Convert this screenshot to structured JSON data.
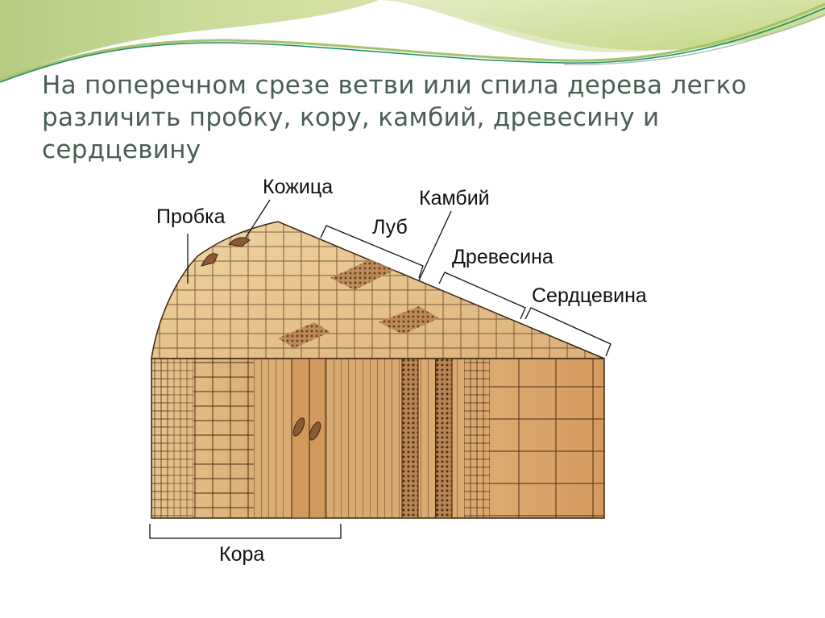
{
  "slide": {
    "title_lines": [
      "На поперечном срезе ветви или спила дерева легко",
      "различить пробку, кору, камбий, древесину и",
      "сердцевину"
    ],
    "title_color": "#4a5e52",
    "theme_colors": {
      "banner_light": "#dfe8b8",
      "banner_mid": "#b9cf7a",
      "banner_dark": "#8fb04a",
      "accent_line": "#1a8a6a"
    }
  },
  "diagram": {
    "subject": "Поперечный и продольный срез ветви",
    "labels": {
      "cork": "Пробка",
      "epidermis": "Кожица",
      "cambium": "Камбий",
      "phloem": "Луб",
      "wood": "Древесина",
      "pith": "Сердцевина",
      "bark": "Кора"
    },
    "colors": {
      "tissue_light": "#e9c891",
      "tissue_mid": "#d4a366",
      "tissue_dark": "#b9834a",
      "outline": "#3b2412"
    }
  }
}
